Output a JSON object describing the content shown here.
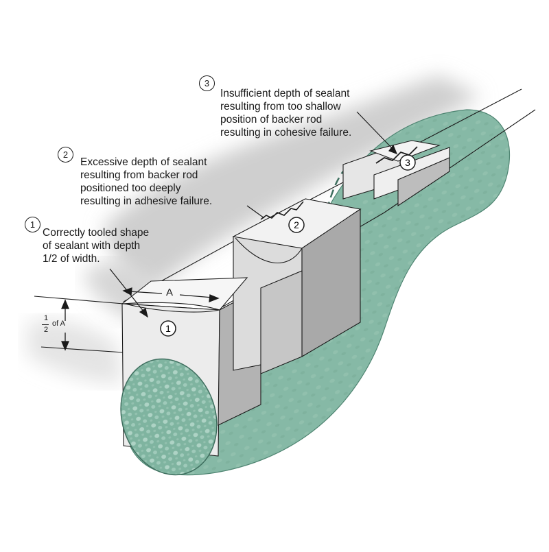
{
  "callouts": [
    {
      "number": "1",
      "lines": [
        "Correctly tooled shape",
        "of sealant with depth",
        "1/2 of width."
      ]
    },
    {
      "number": "2",
      "lines": [
        "Excessive depth of sealant",
        "resulting from backer rod",
        "positioned too deeply",
        "resulting in adhesive failure."
      ]
    },
    {
      "number": "3",
      "lines": [
        "Insufficient depth of sealant",
        "resulting from too shallow",
        "position of backer rod",
        "resulting in cohesive failure."
      ]
    }
  ],
  "dimensions": {
    "width_label": "A",
    "depth_fraction_num": "1",
    "depth_fraction_den": "2",
    "depth_suffix": "of A"
  },
  "colors": {
    "backer_rod": "#7fb4a0",
    "backer_rod_dark": "#5f9a86",
    "substrate_shadow": "#cfcfcf",
    "sealant": "#f4f4f4",
    "joint_wall": "#bdbdbd",
    "ink": "#1a1a1a"
  }
}
